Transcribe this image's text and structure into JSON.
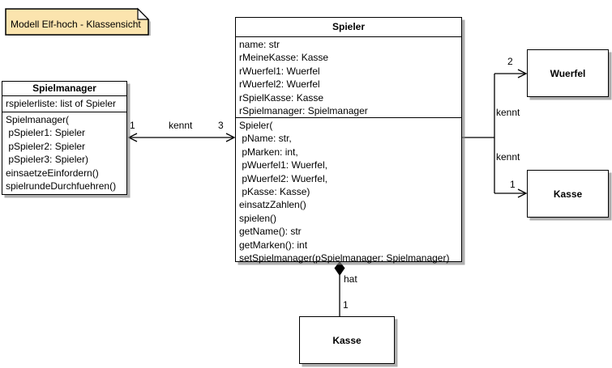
{
  "note": {
    "text": "Modell Elf-hoch - Klassensicht"
  },
  "colors": {
    "note_bg": "#FBE4AE",
    "note_fold": "#FFFFFF",
    "box_bg": "#FFFFFF",
    "border": "#000000",
    "shadow": "#9E9E9E"
  },
  "classes": {
    "spielmanager": {
      "title": "Spielmanager",
      "attributes": [
        "rspielerliste: list of Spieler"
      ],
      "methods": [
        "Spielmanager(",
        " pSpieler1: Spieler",
        " pSpieler2: Spieler",
        " pSpieler3: Spieler)",
        "einsaetzeEinfordern()",
        "spielrundeDurchfuehren()"
      ]
    },
    "spieler": {
      "title": "Spieler",
      "attributes": [
        "name: str",
        "rMeineKasse: Kasse",
        "rWuerfel1: Wuerfel",
        "rWuerfel2: Wuerfel",
        "rSpielKasse: Kasse",
        "rSpielmanager: Spielmanager"
      ],
      "methods": [
        "Spieler(",
        " pName: str,",
        " pMarken: int,",
        " pWuerfel1: Wuerfel,",
        " pWuerfel2: Wuerfel,",
        " pKasse: Kasse)",
        "einsatzZahlen()",
        "spielen()",
        "getName(): str",
        "getMarken(): int",
        "setSpielmanager(pSpielmanager: Spielmanager)"
      ]
    },
    "wuerfel": {
      "title": "Wuerfel"
    },
    "kasse_right": {
      "title": "Kasse"
    },
    "kasse_bottom": {
      "title": "Kasse"
    }
  },
  "associations": {
    "spielmanager_spieler": {
      "label": "kennt",
      "mult_spielmanager": "1",
      "mult_spieler": "3"
    },
    "spieler_wuerfel": {
      "label": "kennt",
      "mult": "2"
    },
    "spieler_kasse": {
      "label": "kennt",
      "mult": "1"
    },
    "spieler_kasse_composition": {
      "label": "hat",
      "mult": "1"
    }
  }
}
